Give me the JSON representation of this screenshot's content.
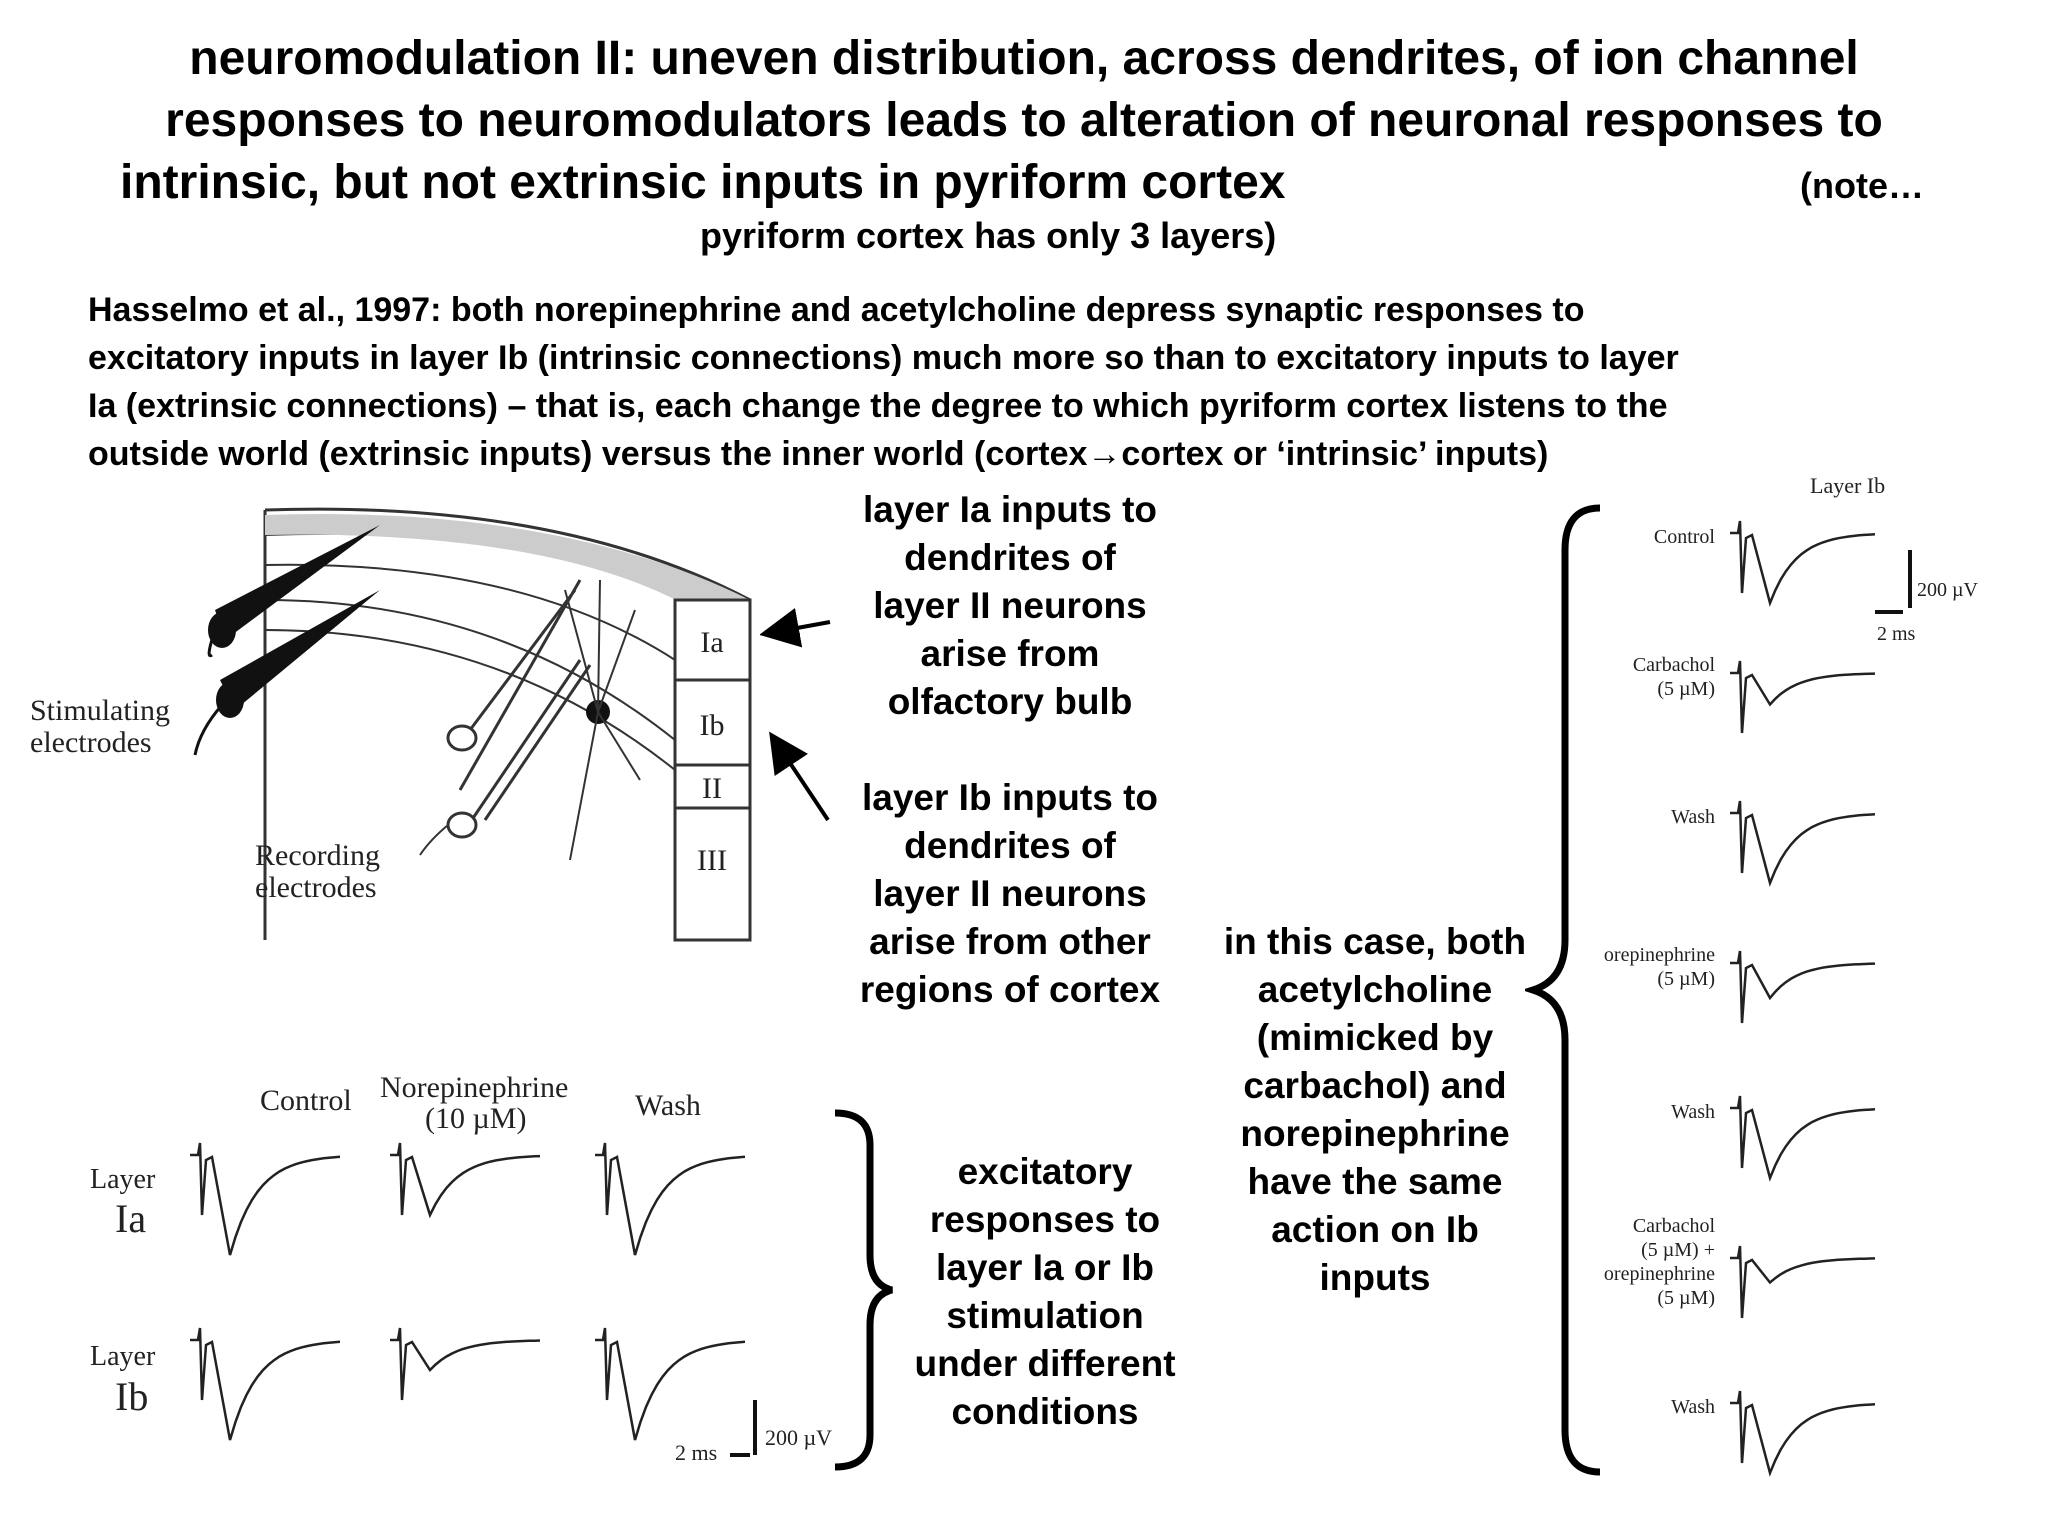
{
  "title": {
    "line1": "neuromodulation II: uneven distribution, across dendrites, of ion channel",
    "line2": "responses to neuromodulators leads to alteration of neuronal responses to",
    "line3": "intrinsic, but not extrinsic inputs in pyriform cortex",
    "note": "(note…",
    "note_line2": "pyriform cortex has only 3 layers)"
  },
  "paragraph": {
    "line1": "Hasselmo et al., 1997: both norepinephrine and acetylcholine depress synaptic responses to",
    "line2": "excitatory inputs in layer Ib (intrinsic connections) much more so than to excitatory inputs to layer",
    "line3": "Ia (extrinsic connections) – that is, each change the degree to which pyriform cortex listens to the",
    "line4": "outside world (extrinsic inputs) versus the inner world (cortex→cortex or ‘intrinsic’ inputs)"
  },
  "callouts": {
    "layer_ia": [
      "layer Ia inputs to",
      "dendrites of",
      "layer II neurons",
      "arise from",
      "olfactory bulb"
    ],
    "layer_ib": [
      "layer Ib inputs to",
      "dendrites of",
      "layer II neurons",
      "arise from other",
      "regions of cortex"
    ],
    "excitatory": [
      "excitatory",
      "responses to",
      "layer Ia or Ib",
      "stimulation",
      "under different",
      "conditions"
    ],
    "both": [
      "in this case, both",
      "acetylcholine",
      "(mimicked by",
      "carbachol) and",
      "norepinephrine",
      "have the same",
      "action on Ib",
      "inputs"
    ]
  },
  "schematic": {
    "stimulating_label": [
      "Stimulating",
      "electrodes"
    ],
    "recording_label": [
      "Recording",
      "electrodes"
    ],
    "layers": [
      "Ia",
      "Ib",
      "II",
      "III"
    ]
  },
  "left_traces": {
    "columns": [
      "Control",
      "Norepinephrine",
      "(10 µM)",
      "Wash"
    ],
    "row_ia": [
      "Layer",
      "Ia"
    ],
    "row_ib": [
      "Layer",
      "Ib"
    ],
    "scale_time": "2 ms",
    "scale_volt": "200 µV"
  },
  "right_traces": {
    "header": "Layer Ib",
    "labels": [
      [
        "Control"
      ],
      [
        "Carbachol",
        "(5 µM)"
      ],
      [
        "Wash"
      ],
      [
        "orepinephrine",
        "(5 µM)"
      ],
      [
        "Wash"
      ],
      [
        "Carbachol",
        "(5 µM) +",
        "orepinephrine",
        "(5 µM)"
      ],
      [
        "Wash"
      ]
    ],
    "depth": [
      1.0,
      0.45,
      1.0,
      0.5,
      1.0,
      0.35,
      1.0
    ],
    "scale_volt": "200 µV",
    "scale_time": "2 ms"
  },
  "left_depth": {
    "ia": [
      1.0,
      0.6,
      1.0
    ],
    "ib": [
      1.0,
      0.3,
      1.0
    ]
  }
}
